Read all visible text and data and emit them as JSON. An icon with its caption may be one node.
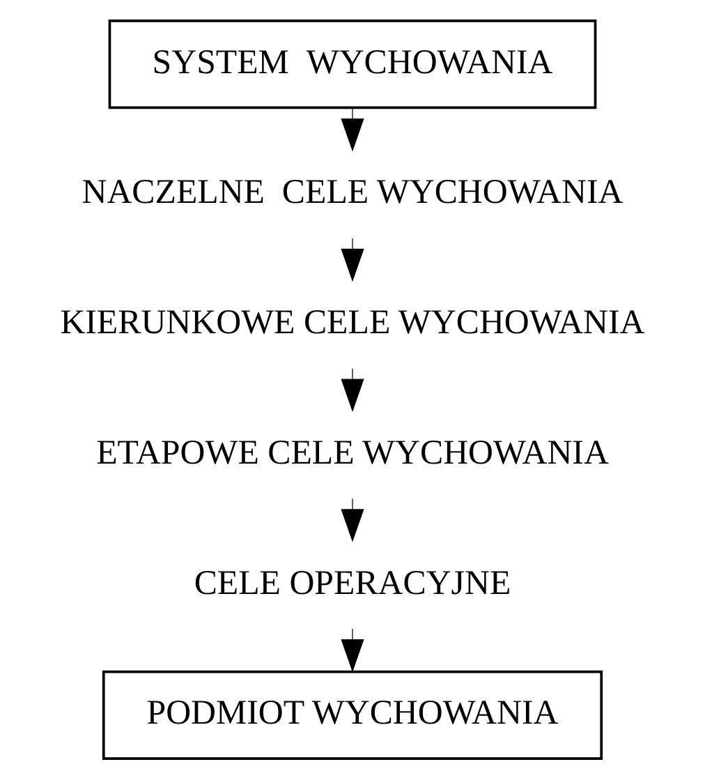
{
  "diagram": {
    "nodes": [
      {
        "text": [
          "SYSTEM  WYCHOWANIA"
        ]
      },
      {
        "text": [
          "NACZELNE  CELE WYCHOWANIA"
        ]
      },
      {
        "text": [
          "KIERUNKOWE CELE WYCHOWANIA"
        ]
      },
      {
        "text": [
          "ETAPOWE CELE WYCHOWANIA"
        ]
      },
      {
        "text": [
          "CELE OPERACYJNE"
        ]
      },
      {
        "text": [
          "PODMIOT WYCHOWANIA"
        ]
      }
    ],
    "edges": [
      {
        "from": 0,
        "to": 1,
        "arrow": "to"
      },
      {
        "from": 1,
        "to": 2,
        "arrow": "to"
      },
      {
        "from": 2,
        "to": 3,
        "arrow": "to"
      },
      {
        "from": 3,
        "to": 4,
        "arrow": "to"
      },
      {
        "from": 4,
        "to": 5,
        "arrow": "to"
      }
    ]
  }
}
